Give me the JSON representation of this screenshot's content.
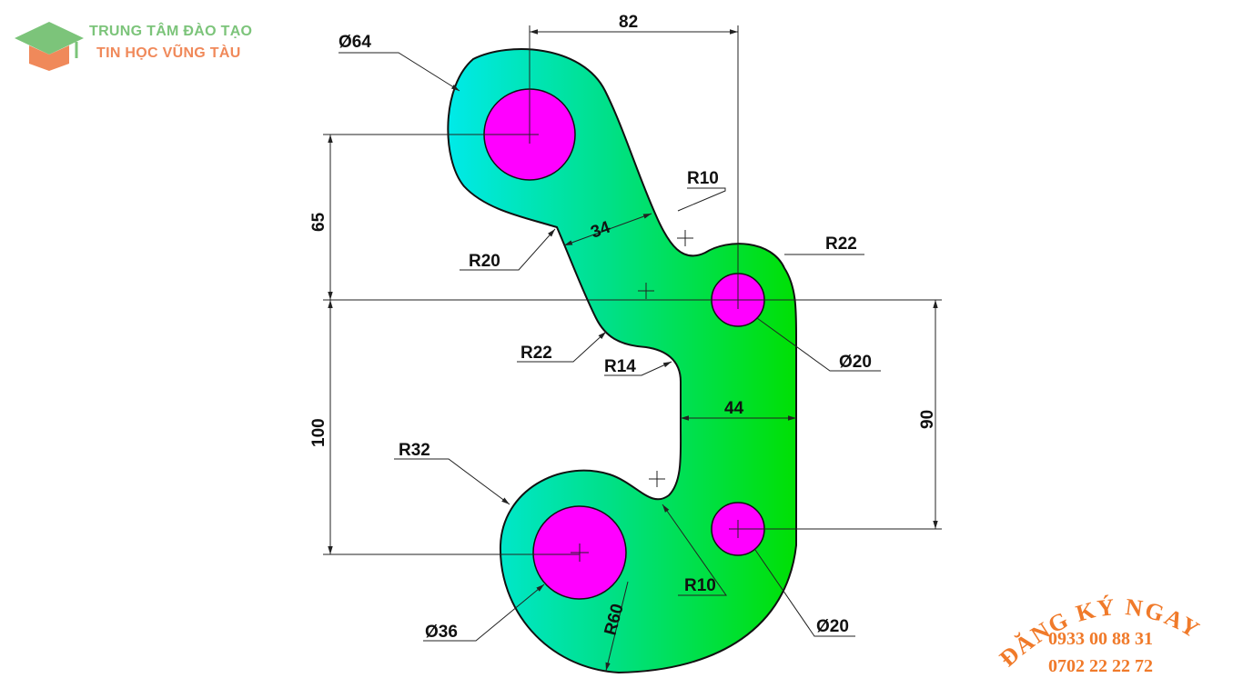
{
  "logo": {
    "line1": "TRUNG TÂM ĐÀO TẠO",
    "line2": "TIN HỌC VŨNG TÀU",
    "icon": "graduation-cap-icon",
    "colors": {
      "green": "#7cc47a",
      "orange": "#f0895a"
    }
  },
  "promo": {
    "headline": "ĐĂNG KÝ NGAY",
    "phone1": "0933 00 88 31",
    "phone2": "0702 22 22 72",
    "color": "#f07a2a"
  },
  "drawing": {
    "colors": {
      "fill_start": "#00eaea",
      "fill_end": "#00e000",
      "holes": "#ff00ff",
      "lines": "#222222"
    },
    "dimensions": {
      "d64": "Ø64",
      "len82": "82",
      "r10_top": "R10",
      "r22_right": "R22",
      "v65": "65",
      "w34": "34",
      "r20": "R20",
      "r22_left": "R22",
      "r14": "R14",
      "d20_upper": "Ø20",
      "w44": "44",
      "v90": "90",
      "v100": "100",
      "r32": "R32",
      "r10_bottom": "R10",
      "d36": "Ø36",
      "r60": "R60",
      "d20_lower": "Ø20"
    }
  }
}
